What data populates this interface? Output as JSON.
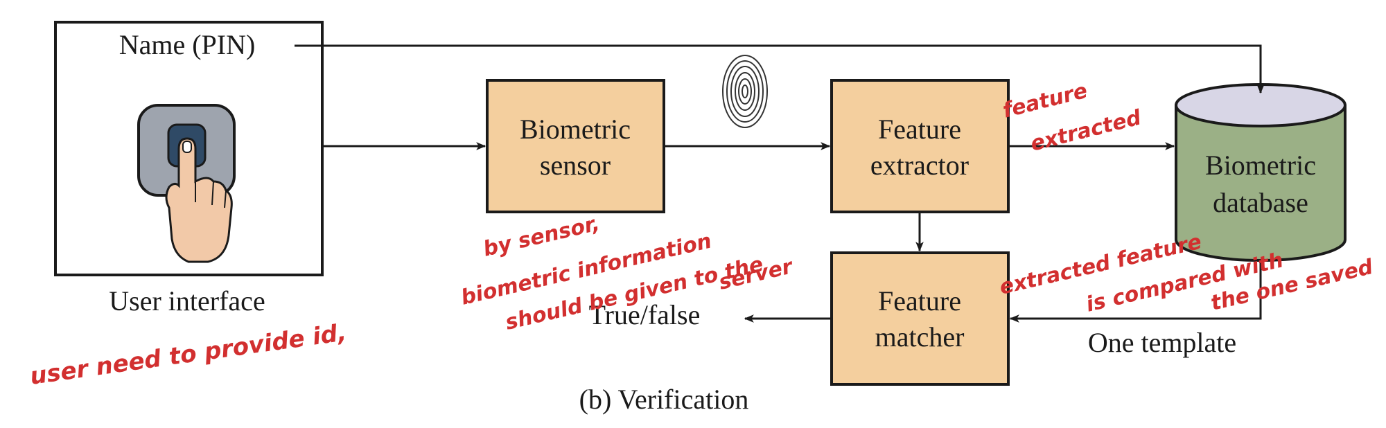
{
  "diagram": {
    "user_interface": {
      "name_label": "Name (PIN)",
      "caption": "User interface"
    },
    "boxes": {
      "sensor": {
        "line1": "Biometric",
        "line2": "sensor"
      },
      "extractor": {
        "line1": "Feature",
        "line2": "extractor"
      },
      "matcher": {
        "line1": "Feature",
        "line2": "matcher"
      }
    },
    "database": {
      "line1": "Biometric",
      "line2": "database"
    },
    "labels": {
      "true_false": "True/false",
      "one_template": "One template",
      "caption": "(b) Verification"
    },
    "colors": {
      "box_fill": "#f4cf9e",
      "db_body": "#9bb086",
      "db_top": "#d8d6e6",
      "annotation": "#d22f2f"
    }
  },
  "annotations": {
    "feature_extracted": {
      "line1": "feature",
      "line2": "extracted"
    },
    "by_sensor": {
      "line1": "by sensor,",
      "line2": "biometric information",
      "line3": "should be given to the",
      "line4": "server"
    },
    "compared": {
      "line1": "extracted feature",
      "line2": "is compared with",
      "line3": "the one saved"
    },
    "user_need": "user need to provide id,"
  }
}
